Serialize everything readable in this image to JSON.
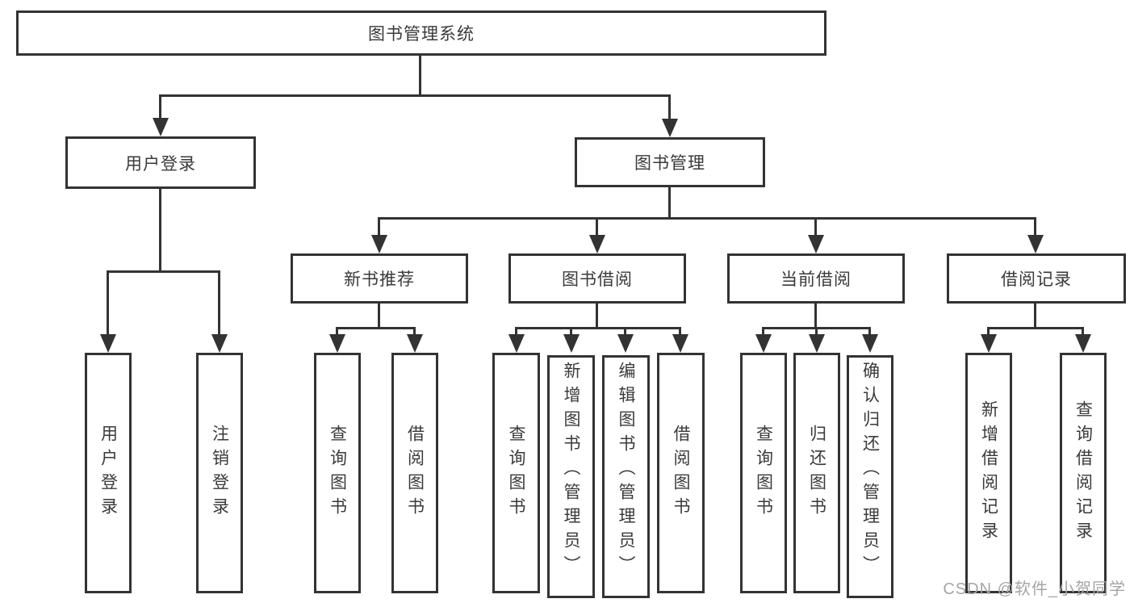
{
  "diagram": {
    "root": {
      "label": "图书管理系统"
    },
    "level2": {
      "user_login": {
        "label": "用户登录"
      },
      "book_mgmt": {
        "label": "图书管理"
      }
    },
    "level3": {
      "new_books": {
        "label": "新书推荐"
      },
      "borrowing": {
        "label": "图书借阅"
      },
      "current": {
        "label": "当前借阅"
      },
      "records": {
        "label": "借阅记录"
      }
    },
    "leaves": {
      "login": [
        "用户登录",
        "注销登录"
      ],
      "new_books": [
        "查询图书",
        "借阅图书"
      ],
      "borrowing": [
        "查询图书",
        "新增图书（管理员）",
        "编辑图书（管理员）",
        "借阅图书"
      ],
      "current": [
        "查询图书",
        "归还图书",
        "确认归还（管理员）"
      ],
      "records": [
        "新增借阅记录",
        "查询借阅记录"
      ]
    },
    "watermark": "CSDN @软件_小贺同学",
    "colors": {
      "line": "#333333",
      "background": "#ffffff",
      "watermark": "#a5a5a5"
    }
  }
}
